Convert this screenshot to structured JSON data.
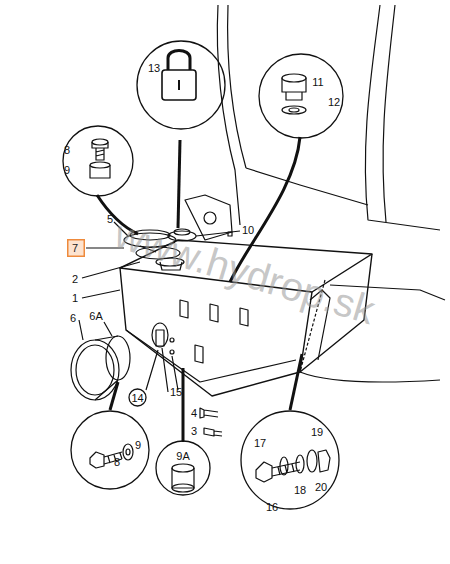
{
  "diagram": {
    "nodes": [
      {
        "text": [
          "13"
        ]
      },
      {
        "text": [
          "11",
          "12"
        ]
      },
      {
        "text": [
          "8",
          "9"
        ]
      },
      {
        "text": [
          "7"
        ]
      },
      {
        "text": [
          "14"
        ]
      },
      {
        "text": [
          "8",
          "9"
        ]
      },
      {
        "text": [
          "9A"
        ]
      },
      {
        "text": [
          "17",
          "19",
          "18",
          "20",
          "16"
        ]
      }
    ],
    "labels": [
      "5",
      "10",
      "2",
      "1",
      "6",
      "6A",
      "15",
      "4",
      "3",
      "www.hydrop.sk"
    ]
  }
}
